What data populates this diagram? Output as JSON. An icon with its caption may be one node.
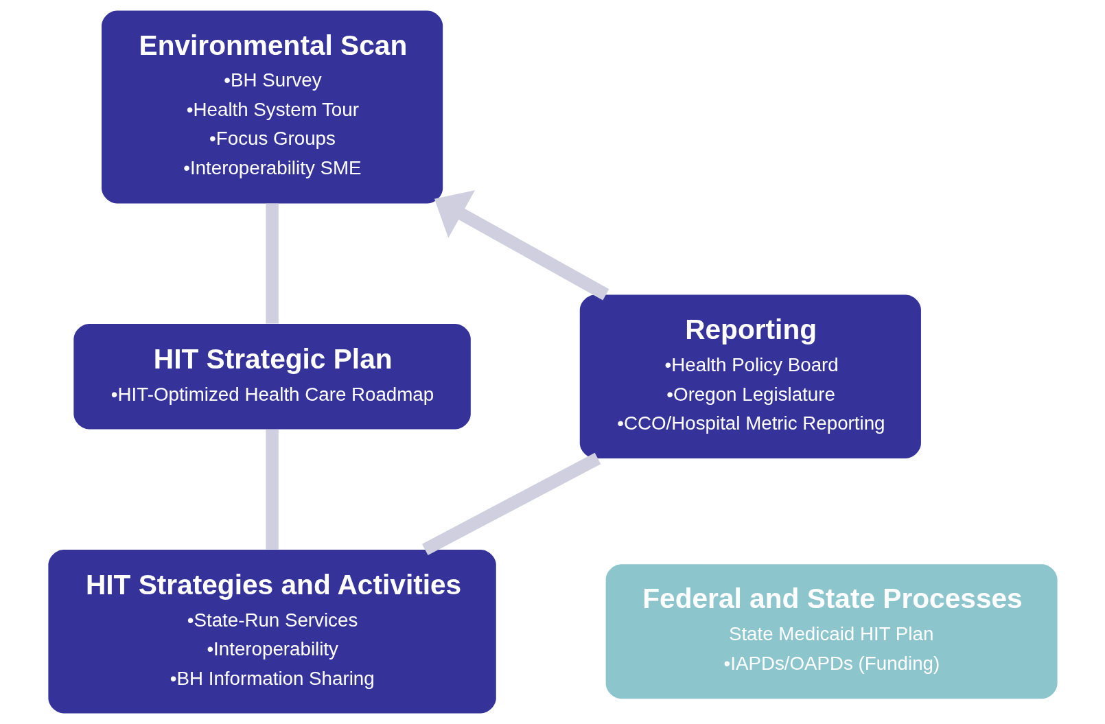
{
  "diagram": {
    "nodes": [
      {
        "text": [
          "Environmental Scan",
          "•BH Survey",
          "•Health System Tour",
          "•Focus Groups",
          "•Interoperability SME"
        ]
      },
      {
        "text": [
          "HIT Strategic Plan",
          "•HIT-Optimized Health Care Roadmap"
        ]
      },
      {
        "text": [
          "HIT Strategies and Activities",
          "•State-Run Services",
          "•Interoperability",
          "•BH Information Sharing"
        ]
      },
      {
        "text": [
          "Reporting",
          "•Health Policy Board",
          "•Oregon Legislature",
          "•CCO/Hospital Metric Reporting"
        ]
      },
      {
        "text": [
          "Federal and State Processes",
          "State Medicaid HIT Plan",
          "•IAPDs/OAPDs (Funding)"
        ]
      }
    ],
    "edges": [
      {
        "from": 0,
        "to": 1,
        "arrow": "none"
      },
      {
        "from": 1,
        "to": 2,
        "arrow": "none"
      },
      {
        "from": 2,
        "to": 3,
        "arrow": "none"
      },
      {
        "from": 3,
        "to": 0,
        "arrow": "to"
      }
    ]
  }
}
